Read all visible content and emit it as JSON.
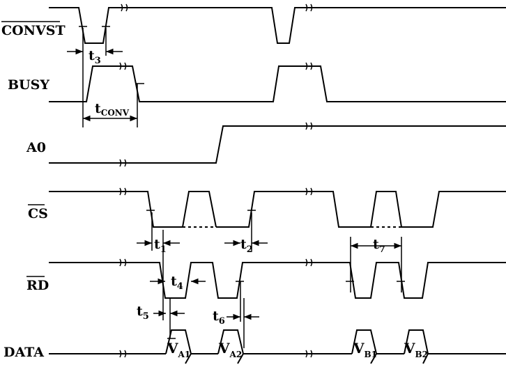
{
  "signals": {
    "convst": "CONVST",
    "busy": "BUSY",
    "a0": "A0",
    "cs": "CS",
    "rd": "RD",
    "data": "DATA"
  },
  "timing": {
    "t1": {
      "main": "t",
      "sub": "1"
    },
    "t2": {
      "main": "t",
      "sub": "2"
    },
    "t3": {
      "main": "t",
      "sub": "3"
    },
    "t4": {
      "main": "t",
      "sub": "4"
    },
    "t5": {
      "main": "t",
      "sub": "5"
    },
    "t6": {
      "main": "t",
      "sub": "6"
    },
    "t7": {
      "main": "t",
      "sub": "7"
    },
    "tconv": {
      "main": "t",
      "sub": "CONV"
    }
  },
  "data_values": {
    "va1": {
      "main": "V",
      "sub": "A1"
    },
    "va2": {
      "main": "V",
      "sub": "A2"
    },
    "vb1": {
      "main": "V",
      "sub": "B1"
    },
    "vb2": {
      "main": "V",
      "sub": "B2"
    }
  }
}
